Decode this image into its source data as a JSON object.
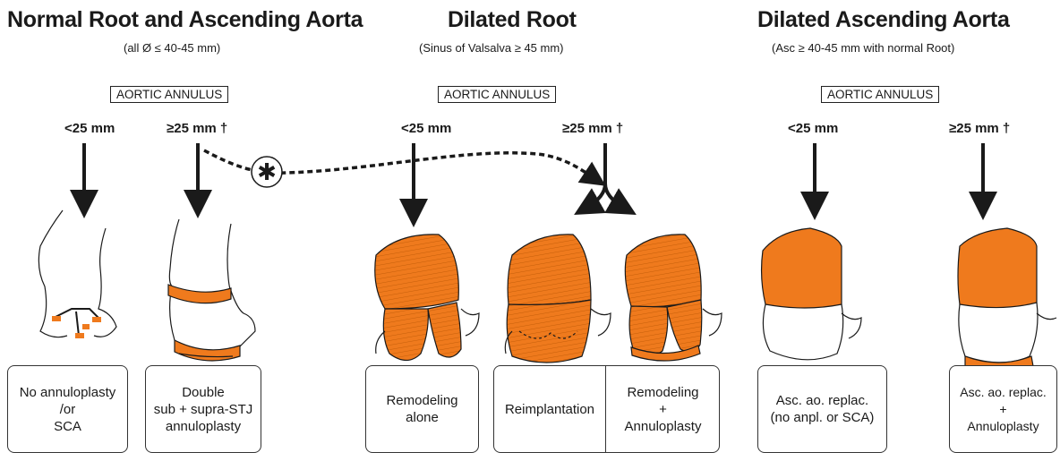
{
  "panels": [
    {
      "title": "Normal Root and Ascending Aorta",
      "subtitle": "(all Ø ≤ 40-45 mm)",
      "annulus": "AORTIC ANNULUS",
      "small": "<25 mm",
      "large": "≥25 mm  †"
    },
    {
      "title": "Dilated Root",
      "subtitle": "(Sinus of Valsalva ≥ 45 mm)",
      "annulus": "AORTIC ANNULUS",
      "small": "<25 mm",
      "large": "≥25 mm  †"
    },
    {
      "title": "Dilated Ascending Aorta",
      "subtitle": "(Asc ≥ 40-45 mm with normal Root)",
      "annulus": "AORTIC ANNULUS",
      "small": "<25 mm",
      "large": "≥25 mm  †"
    }
  ],
  "outcomes": {
    "no_annuloplasty": "No annuloplasty\n/or\nSCA",
    "double": "Double\nsub + supra-STJ\nannuloplasty",
    "remodeling_alone": "Remodeling\nalone",
    "reimplantation": "Reimplantation",
    "remodeling_annuloplasty": "Remodeling\n+\nAnnuloplasty",
    "asc_no_anpl": "Asc. ao. replac.\n(no anpl. or SCA)",
    "asc_annuloplasty": "Asc. ao. replac.\n+\nAnnuloplasty"
  },
  "asterisk": "✱",
  "colors": {
    "tissue": "#ef7a1d",
    "line": "#1a1a1a"
  }
}
